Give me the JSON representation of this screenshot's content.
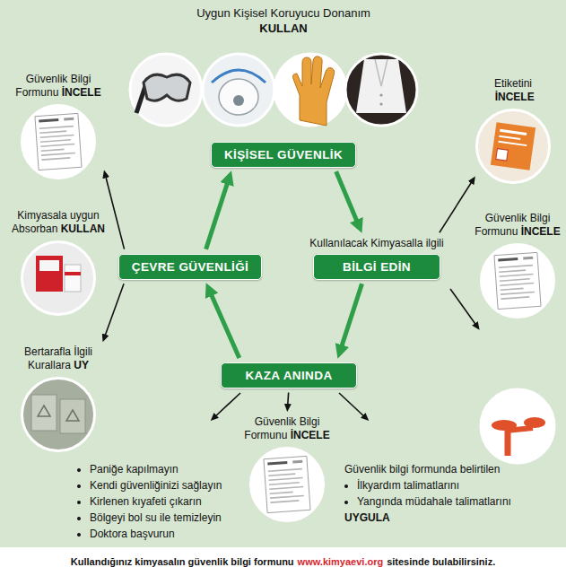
{
  "diagram": {
    "nodes": [
      {
        "text": [
          "KİŞİSEL GÜVENLİK"
        ]
      },
      {
        "text": [
          "Güvenlik Bilgi Formunu",
          "İNCELE"
        ]
      },
      {
        "text": [
          "Etiketini",
          "İNCELE"
        ]
      },
      {
        "text": [
          "Kimyasala uygun Absorban",
          "KULLAN"
        ]
      },
      {
        "text": [
          "ÇEVRE GÜVENLİĞİ"
        ]
      },
      {
        "text": [
          "Kullanılacak Kimyasalla ilgili",
          "BİLGİ EDİN"
        ]
      },
      {
        "text": [
          "Güvenlik Bilgi Formunu",
          "İNCELE"
        ]
      },
      {
        "text": [
          "Bertarafla İlgili Kurallara",
          "UY"
        ]
      },
      {
        "text": [
          "KAZA ANINDA"
        ]
      },
      {
        "text": [
          "Güvenlik Bilgi Formunu",
          "İNCELE"
        ]
      }
    ],
    "edges": [
      {
        "from": 0,
        "to": 5,
        "arrow": "to"
      },
      {
        "from": 5,
        "to": 8,
        "arrow": "to"
      },
      {
        "from": 8,
        "to": 4,
        "arrow": "to"
      },
      {
        "from": 4,
        "to": 0,
        "arrow": "to"
      },
      {
        "from": 4,
        "to": 1,
        "arrow": "to"
      },
      {
        "from": 4,
        "to": 7,
        "arrow": "to"
      },
      {
        "from": 5,
        "to": 2,
        "arrow": "to"
      },
      {
        "from": 8,
        "to": 9,
        "arrow": "to"
      }
    ],
    "labels": [
      "Uygun Kişisel Koruyucu Donanım",
      "KULLAN",
      "Paniğe kapılmayın",
      "Kendi güvenliğinizi sağlayın",
      "Kirlenen kıyafeti çıkarın",
      "Bölgeyi bol su ile temizleyin",
      "Doktora başvurun",
      "Güvenlik bilgi formunda belirtilen",
      "İlkyardım talimatlarını",
      "Yangında müdahale talimatlarını",
      "UYGULA",
      "Kullandığınız kimyasalın güvenlik bilgi formunu",
      "www.kimyaevi.org",
      "sitesinde bulabilirsiniz."
    ]
  }
}
